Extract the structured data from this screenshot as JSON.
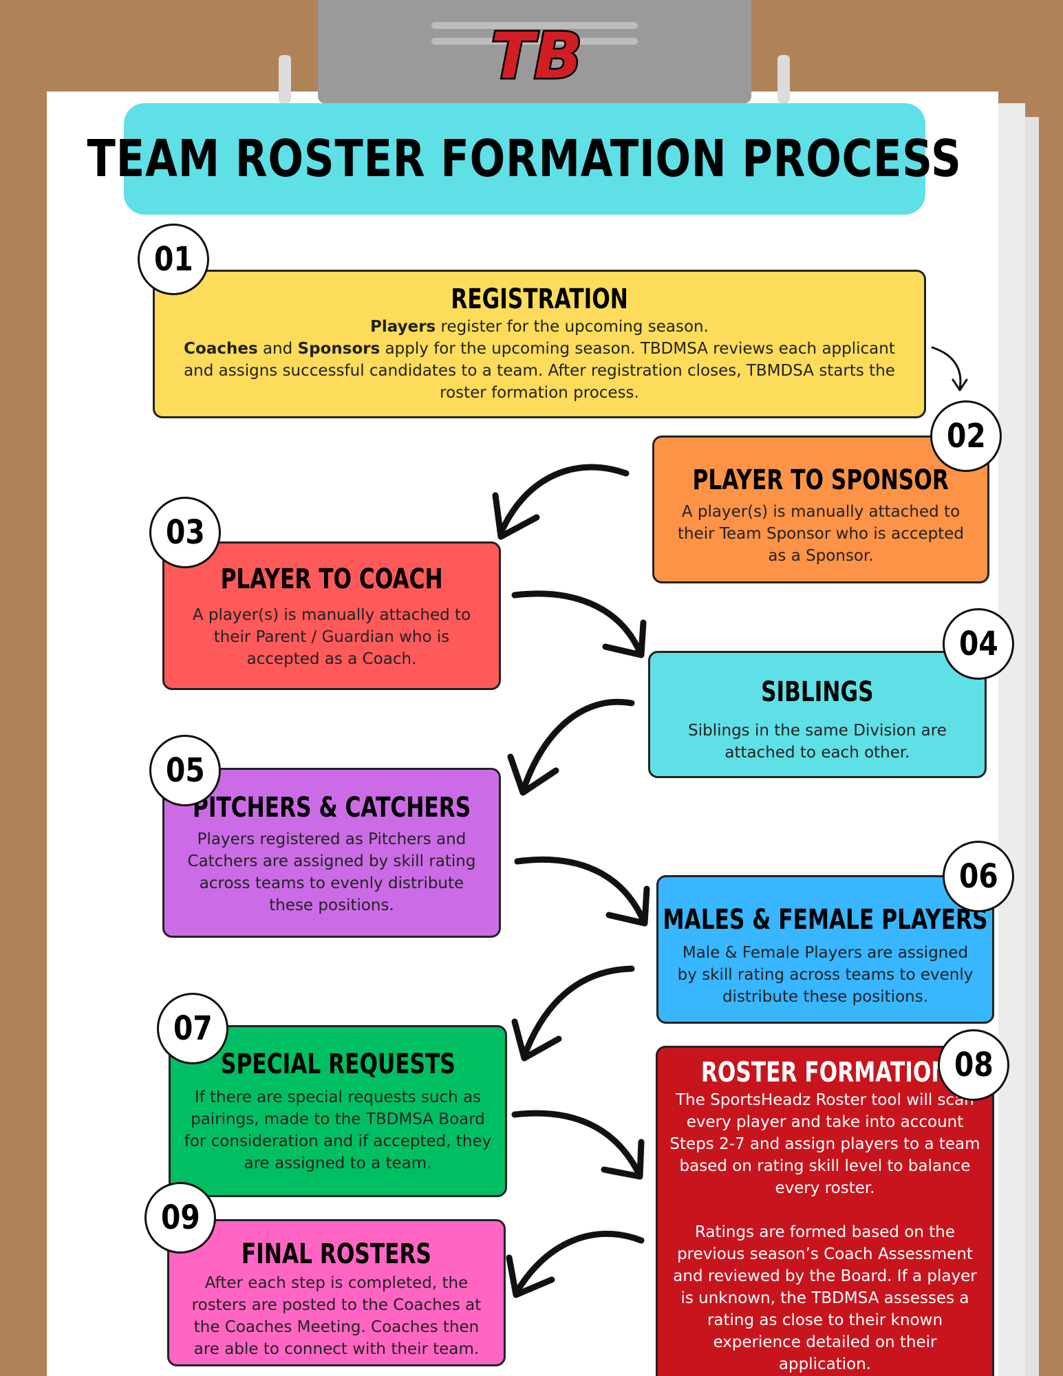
{
  "logo": {
    "text": "TB"
  },
  "title": "TEAM ROSTER FORMATION PROCESS",
  "steps": [
    {
      "number": "01",
      "heading": "REGISTRATION",
      "line1_bold": "Players",
      "line1_rest": " register for the upcoming season.",
      "line2_bold_a": "Coaches",
      "line2_mid": " and ",
      "line2_bold_b": "Sponsors",
      "line2_rest": " apply for the upcoming season.  TBDMSA reviews each applicant and assigns successful candidates to a team.  After registration closes, TBMDSA starts the roster formation process.",
      "color": "#fcdc5a"
    },
    {
      "number": "02",
      "heading": "PLAYER TO SPONSOR",
      "text": "A player(s) is manually attached to their Team Sponsor who is accepted as a Sponsor.",
      "color": "#fd9346"
    },
    {
      "number": "03",
      "heading": "PLAYER TO COACH",
      "text": "A player(s) is manually attached to their Parent / Guardian who is accepted as a Coach.",
      "color": "#fd5a59"
    },
    {
      "number": "04",
      "heading": "SIBLINGS",
      "text": "Siblings in the same Division are attached to each other.",
      "color": "#5fe0e6"
    },
    {
      "number": "05",
      "heading": "PITCHERS & CATCHERS",
      "text": "Players registered as Pitchers and Catchers are assigned by skill rating across teams to evenly distribute these positions.",
      "color": "#cb6ce6"
    },
    {
      "number": "06",
      "heading": "MALES & FEMALE PLAYERS",
      "text": "Male & Female Players are assigned by skill rating across teams to evenly distribute these positions.",
      "color": "#38b6ff"
    },
    {
      "number": "07",
      "heading": "SPECIAL REQUESTS",
      "text": "If there are special requests such as pairings, made to the TBDMSA Board for consideration and if accepted, they are assigned to a team.",
      "color": "#00bf63"
    },
    {
      "number": "08",
      "heading": "ROSTER FORMATION",
      "text": "The SportsHeadz Roster tool will scan every player and take into account Steps 2-7 and assign players to a team based on rating skill level to balance every roster.",
      "text2": "Ratings are formed based on the previous season’s Coach Assessment and reviewed by the Board.  If a player is unknown, the TBDMSA assesses a rating as close to their known experience detailed on their application.",
      "color": "#c8151d"
    },
    {
      "number": "09",
      "heading": "FINAL ROSTERS",
      "text": "After each step is completed, the rosters are posted to the Coaches at the Coaches Meeting.  Coaches then are able to connect with their team.",
      "color": "#ff66c4"
    }
  ],
  "colors": {
    "board": "#b08258",
    "clip": "#9a9a9a",
    "title_bg": "#5fe0e6"
  },
  "icons": [
    "logo-tb",
    "arrow-icon"
  ]
}
